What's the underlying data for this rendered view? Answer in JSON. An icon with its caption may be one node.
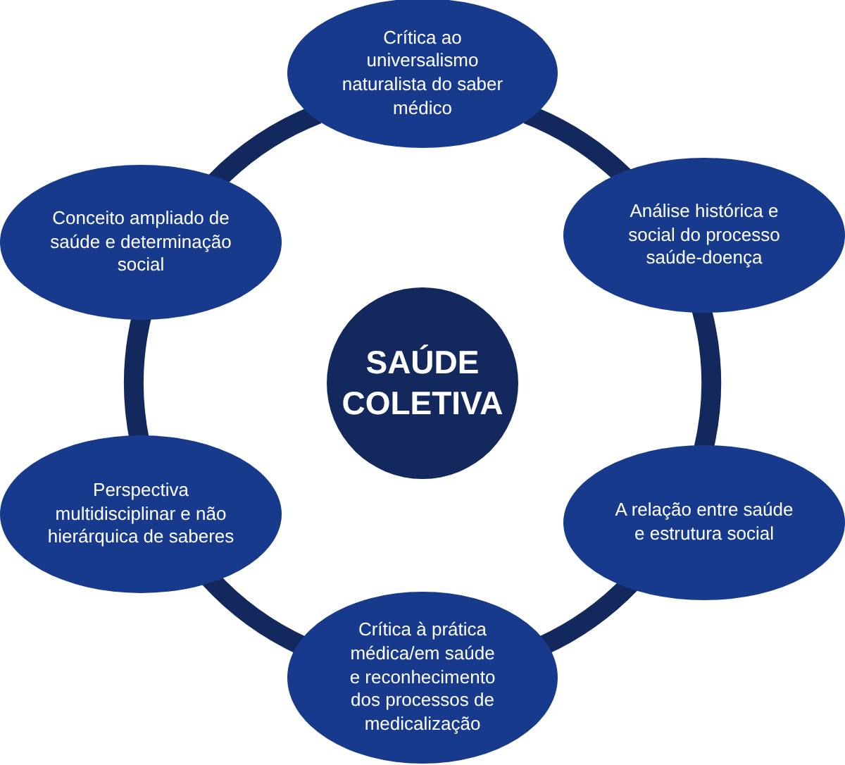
{
  "diagram": {
    "nodes": [
      {
        "text": [
          "SAÚDE COLETIVA"
        ]
      },
      {
        "text": [
          "Crítica ao universalismo naturalista do saber médico"
        ]
      },
      {
        "text": [
          "Análise histórica e social do processo saúde-doença"
        ]
      },
      {
        "text": [
          "A relação entre saúde e estrutura social"
        ]
      },
      {
        "text": [
          "Crítica à prática médica/em saúde e reconhecimento dos processos de medicalização"
        ]
      },
      {
        "text": [
          "Perspectiva multidisciplinar e não hierárquica de saberes"
        ]
      },
      {
        "text": [
          "Conceito ampliado de saúde e determinação social"
        ]
      }
    ],
    "edges": [
      {
        "from": 1,
        "to": 2,
        "arrow": "none"
      },
      {
        "from": 2,
        "to": 3,
        "arrow": "none"
      },
      {
        "from": 3,
        "to": 4,
        "arrow": "none"
      },
      {
        "from": 4,
        "to": 5,
        "arrow": "none"
      },
      {
        "from": 5,
        "to": 6,
        "arrow": "none"
      },
      {
        "from": 6,
        "to": 1,
        "arrow": "none"
      }
    ]
  }
}
